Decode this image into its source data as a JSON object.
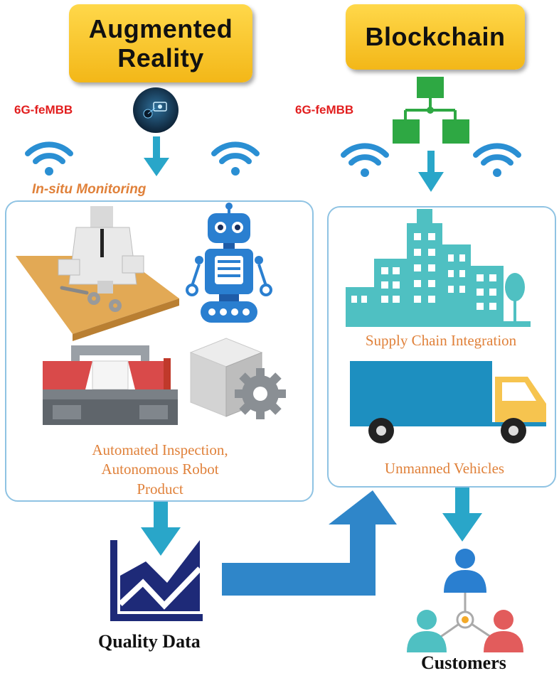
{
  "ar": {
    "title_line1": "Augmented",
    "title_line2": "Reality",
    "network_label": "6G-feMBB",
    "monitoring_label": "In-situ Monitoring",
    "panel_caption_line1": "Automated Inspection,",
    "panel_caption_line2": "Autonomous Robot",
    "panel_caption_line3": "Product"
  },
  "blockchain": {
    "title": "Blockchain",
    "network_label": "6G-feMBB",
    "supply_chain_label": "Supply Chain Integration",
    "vehicles_label": "Unmanned Vehicles"
  },
  "quality_data_label": "Quality Data",
  "customers_label": "Customers",
  "colors": {
    "title_fill": "#f7c62f",
    "network_red": "#e21e1e",
    "wifi_blue": "#2a8fd3",
    "arrow_cyan": "#29a6c9",
    "big_arrow_blue": "#2f86c9",
    "panel_border": "#8fc3e3",
    "caption_orange": "#e0813a",
    "blockchain_green": "#2ea843",
    "building_teal": "#4fc0c2",
    "truck_blue": "#1d8fc0",
    "truck_yellow": "#f6c44f",
    "chart_navy": "#1e2a78"
  }
}
